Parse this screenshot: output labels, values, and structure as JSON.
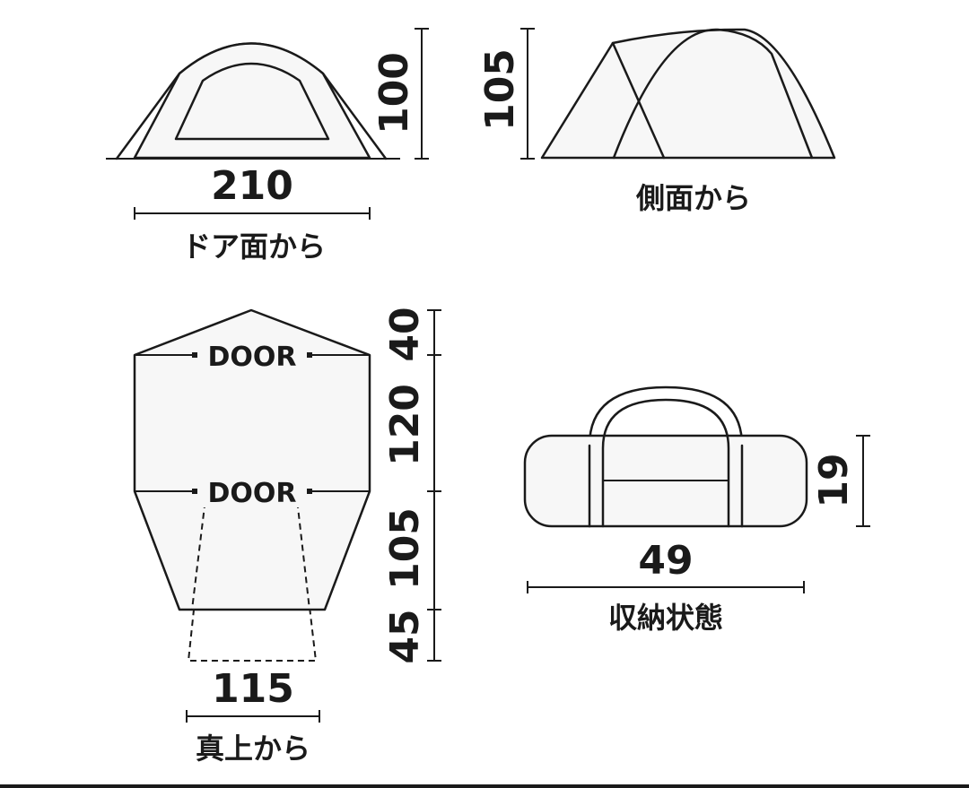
{
  "front_view": {
    "width_label": "210",
    "height_label": "100",
    "caption": "ドア面から"
  },
  "side_view": {
    "height_label": "105",
    "caption": "側面から"
  },
  "top_view": {
    "door_label_top": "DOOR",
    "door_label_bottom": "DOOR",
    "seg_1_label": "40",
    "seg_2_label": "120",
    "seg_3_label": "105",
    "seg_4_label": "45",
    "width_label": "115",
    "caption": "真上から"
  },
  "storage_view": {
    "length_label": "49",
    "height_label": "19",
    "caption": "収納状態"
  }
}
